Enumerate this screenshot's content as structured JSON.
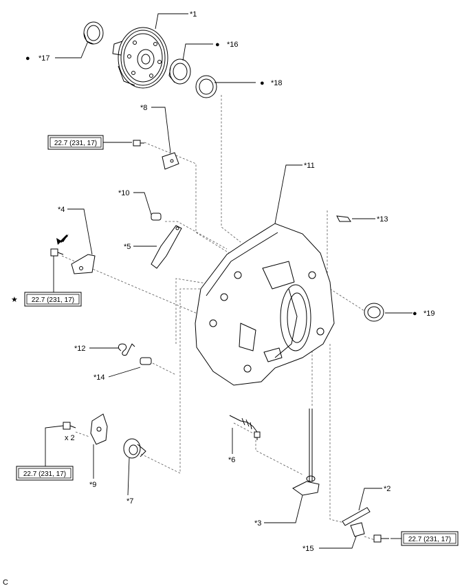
{
  "labels": {
    "p1": "*1",
    "p2": "*2",
    "p3": "*3",
    "p4": "*4",
    "p5": "*5",
    "p6": "*6",
    "p7": "*7",
    "p8": "*8",
    "p9": "*9",
    "p10": "*10",
    "p11": "*11",
    "p12": "*12",
    "p13": "*13",
    "p14": "*14",
    "p15": "*15",
    "p16": "*16",
    "p17": "*17",
    "p18": "*18",
    "p19": "*19"
  },
  "torque": {
    "t8": "22.7 (231, 17)",
    "t4": "22.7 (231, 17)",
    "t9": "22.7 (231, 17)",
    "t15": "22.7 (231, 17)"
  },
  "quantity_x2": "x 2",
  "star_mark": "★",
  "bullet_mark": "●",
  "corner_code": "C"
}
